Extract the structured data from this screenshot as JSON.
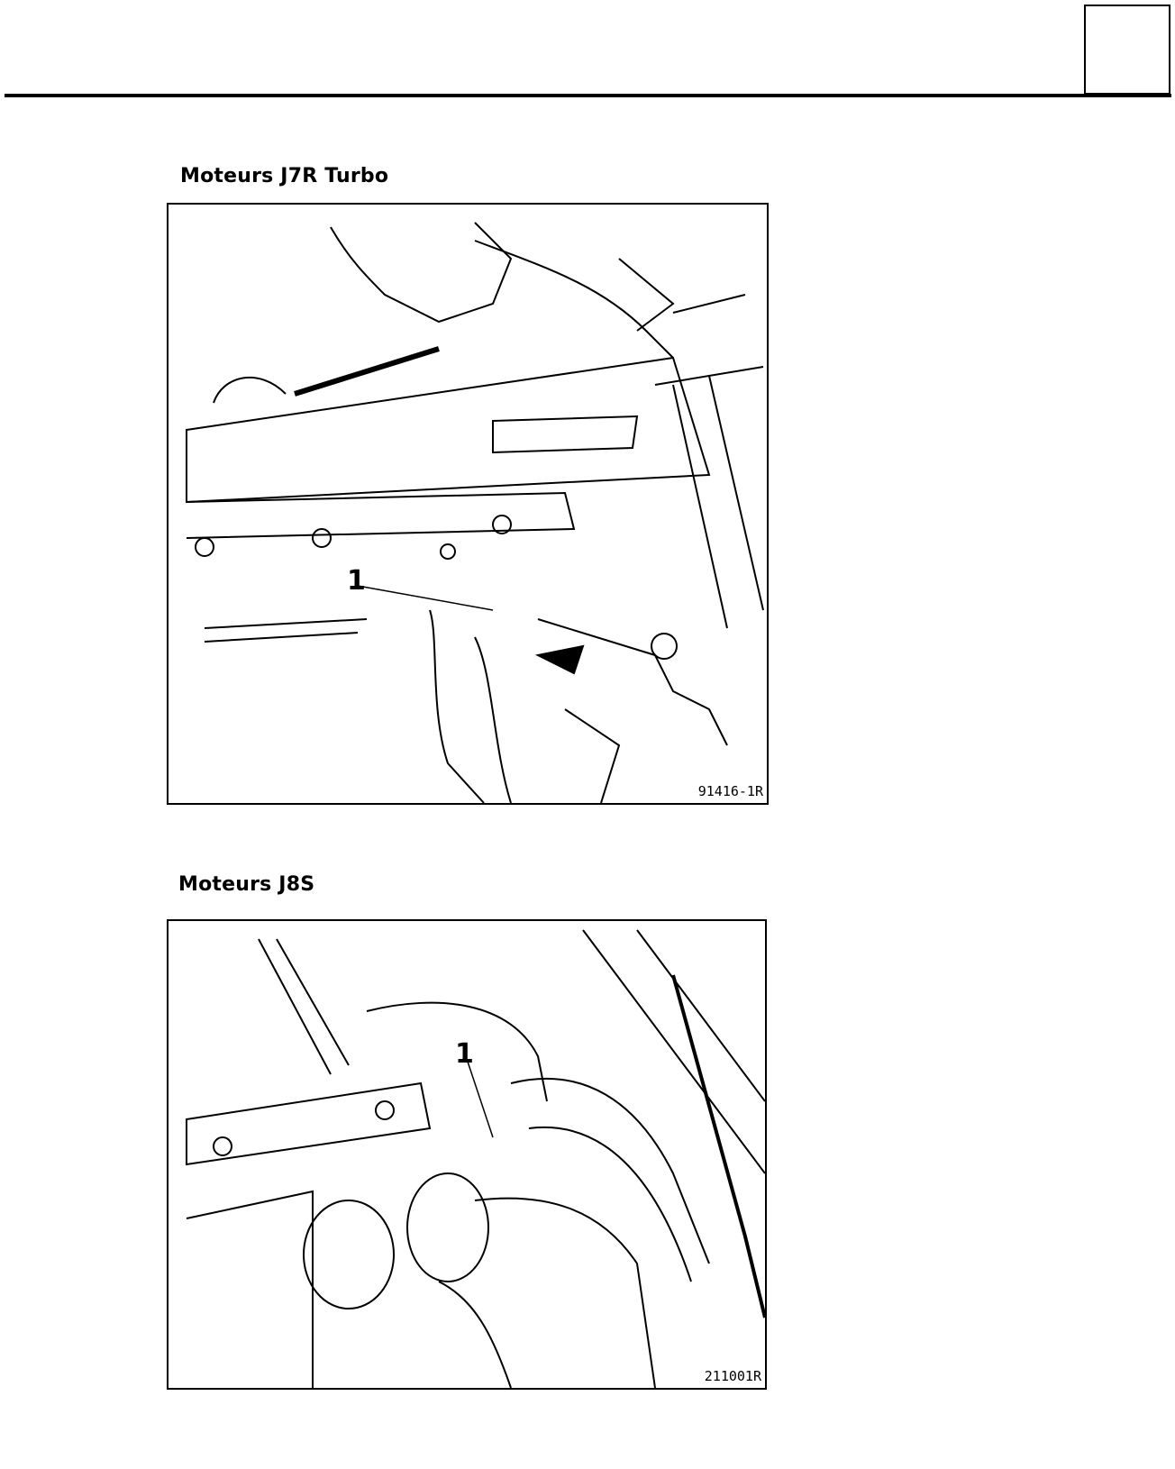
{
  "page": {
    "corner_box_label": ""
  },
  "figures": [
    {
      "caption": "Moteurs J7R Turbo",
      "callout": "1",
      "reference": "91416-1R"
    },
    {
      "caption": "Moteurs J8S",
      "callout": "1",
      "reference": "211001R"
    }
  ]
}
